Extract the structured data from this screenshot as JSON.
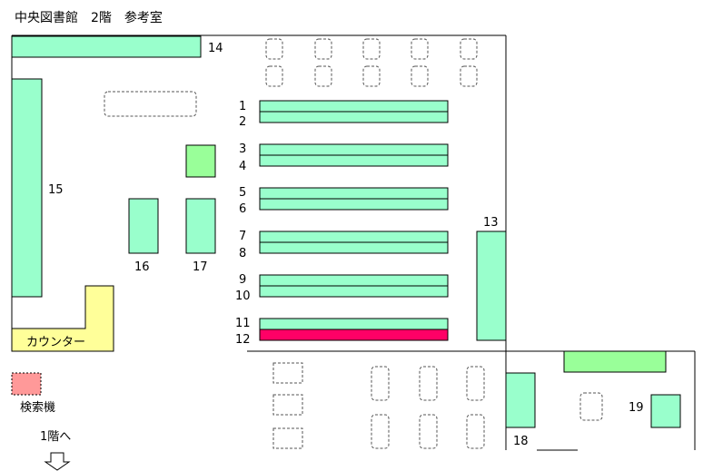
{
  "title": "中央図書館　2階　参考室",
  "counter_label": "カウンター",
  "search_terminal_label": "検索機",
  "stairs_label": "1階へ",
  "shelf_numbers": {
    "s1": "1",
    "s2": "2",
    "s3": "3",
    "s4": "4",
    "s5": "5",
    "s6": "6",
    "s7": "7",
    "s8": "8",
    "s9": "9",
    "s10": "10",
    "s11": "11",
    "s12": "12",
    "s13": "13",
    "s14": "14",
    "s15": "15",
    "s16": "16",
    "s17": "17",
    "s18": "18",
    "s19": "19"
  },
  "colors": {
    "shelf": "#99ffcc",
    "shelf_highlight": "#ff0066",
    "shelf_green": "#99ff99",
    "counter": "#ffff99",
    "terminal": "#ff9999"
  }
}
